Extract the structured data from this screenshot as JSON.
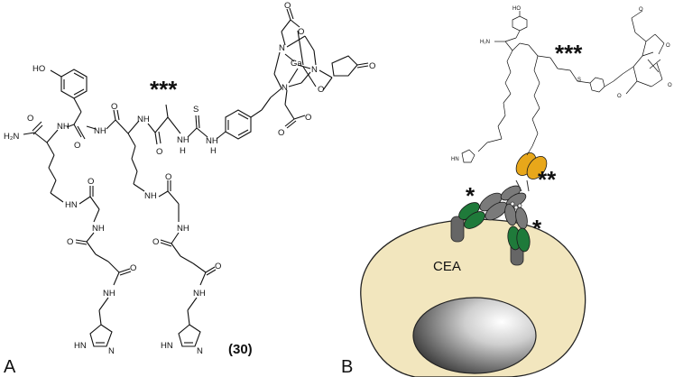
{
  "panel_a": {
    "letter": "A",
    "compound_number": "(30)",
    "stars": "***",
    "atoms": {
      "oh": "HO",
      "h2n": "H₂N",
      "o": "O",
      "nh": "NH",
      "hn": "HN",
      "n": "N",
      "h": "H",
      "s": "S",
      "ga": "Ga"
    }
  },
  "panel_b": {
    "letter": "B",
    "antigen_label": "CEA",
    "stars_triple": "***",
    "stars_double": "**",
    "stars_single_1": "*",
    "stars_single_2": "*",
    "colors": {
      "cell": "#f2e6be",
      "cell_stroke": "#222222",
      "antibody_green": "#1f7a3a",
      "antibody_gray": "#7a7a7a",
      "hapten_orange": "#e8a71a",
      "receptor_gray": "#666666"
    }
  }
}
